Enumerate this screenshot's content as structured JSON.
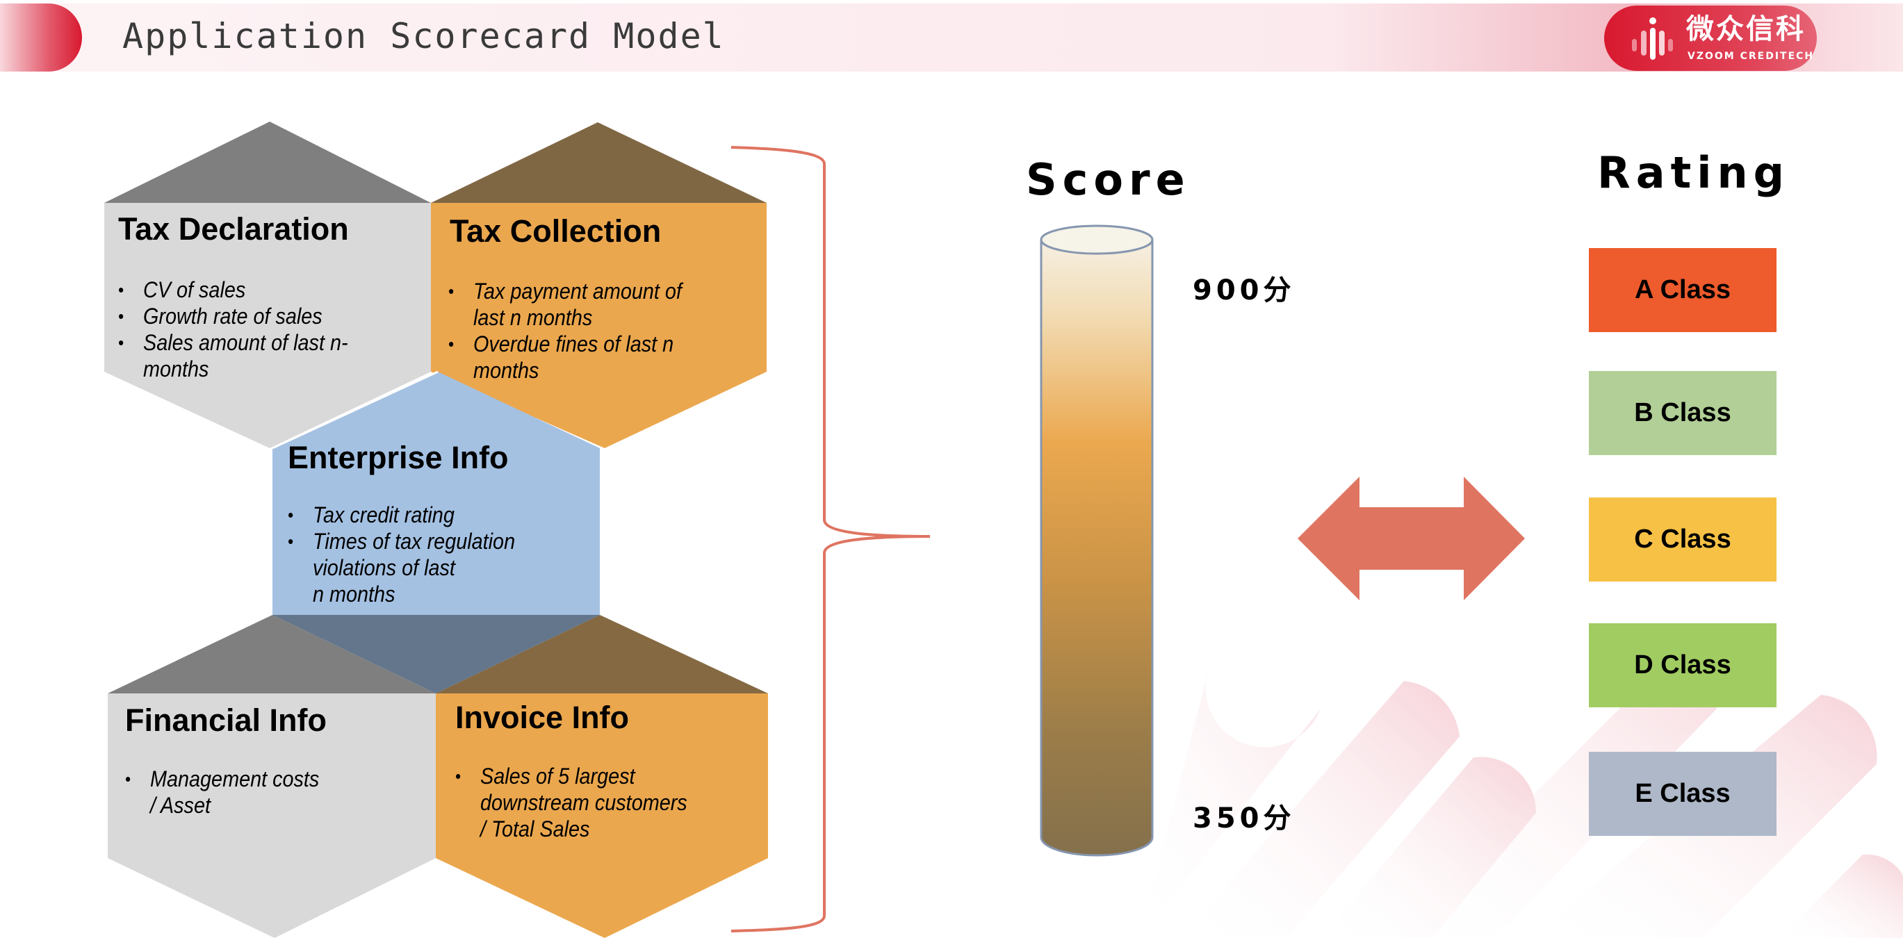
{
  "header": {
    "title": "Application Scorecard Model",
    "logo": {
      "name_cn": "微众信科",
      "name_en": "VZOOM CREDITECH",
      "icon": "bars-logo-icon"
    }
  },
  "factors": [
    {
      "title": "Tax Declaration",
      "items": [
        "CV of sales",
        "Growth rate of sales",
        "Sales amount of last n-months"
      ],
      "color": "#d9d9d9",
      "cap_color": "#7f7f7f"
    },
    {
      "title": "Tax Collection",
      "items": [
        "Tax payment amount of last n months",
        "Overdue fines of last n months"
      ],
      "color": "#eba74e",
      "cap_color": "#806744"
    },
    {
      "title": "Enterprise Info",
      "items": [
        "Tax credit rating",
        "Times of  tax regulation violations  of last n months"
      ],
      "color": "#a4c1e2",
      "cap_color": "#63768c"
    },
    {
      "title": "Financial Info",
      "items": [
        "Management  costs / Asset"
      ],
      "color": "#d9d9d9",
      "cap_color": "#7f7f7f"
    },
    {
      "title": "Invoice Info",
      "items": [
        "Sales of  5 largest downstream customers / Total Sales"
      ],
      "color": "#eba74e",
      "cap_color": "#856942"
    }
  ],
  "score": {
    "title": "Score",
    "max_label": "900分",
    "min_label": "350分",
    "max_value": 900,
    "min_value": 350
  },
  "rating": {
    "title": "Rating",
    "classes": [
      {
        "label": "A Class",
        "color": "#ee5b2c"
      },
      {
        "label": "B Class",
        "color": "#b1cf96"
      },
      {
        "label": "C Class",
        "color": "#f6c145"
      },
      {
        "label": "D Class",
        "color": "#a1cc62"
      },
      {
        "label": "E Class",
        "color": "#aeb8c8"
      }
    ]
  },
  "colors": {
    "bracket": "#df7461",
    "arrow": "#df7561",
    "header_bg": "#fcf0f2",
    "accent": "#d8192f"
  }
}
